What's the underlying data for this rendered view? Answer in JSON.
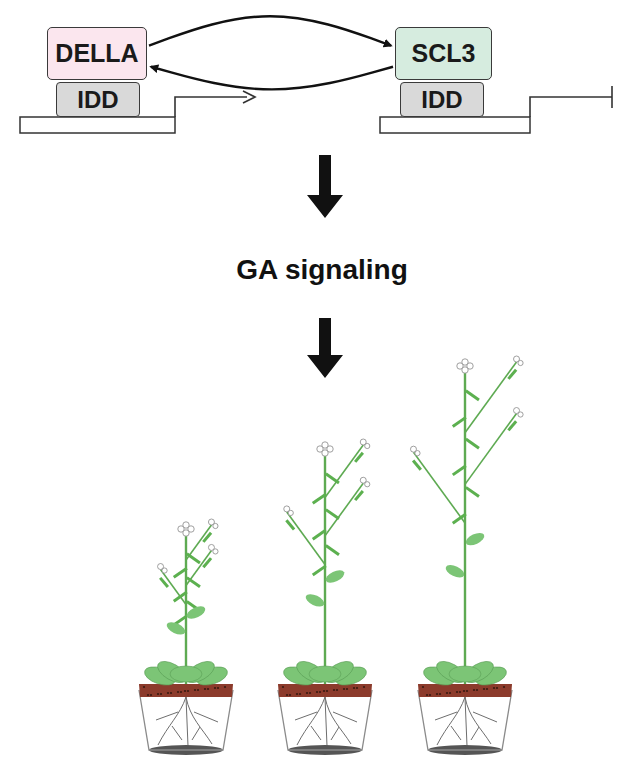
{
  "diagram": {
    "nodes": [
      {
        "text": [
          "DELLA"
        ]
      },
      {
        "text": [
          "IDD"
        ]
      },
      {
        "text": [
          "SCL3"
        ]
      },
      {
        "text": [
          "IDD"
        ]
      }
    ],
    "edges": [
      {
        "from": 0,
        "to": 2,
        "arrow": "to"
      },
      {
        "from": 2,
        "to": 0,
        "arrow": "to"
      }
    ],
    "labels": [
      "GA signaling"
    ]
  }
}
